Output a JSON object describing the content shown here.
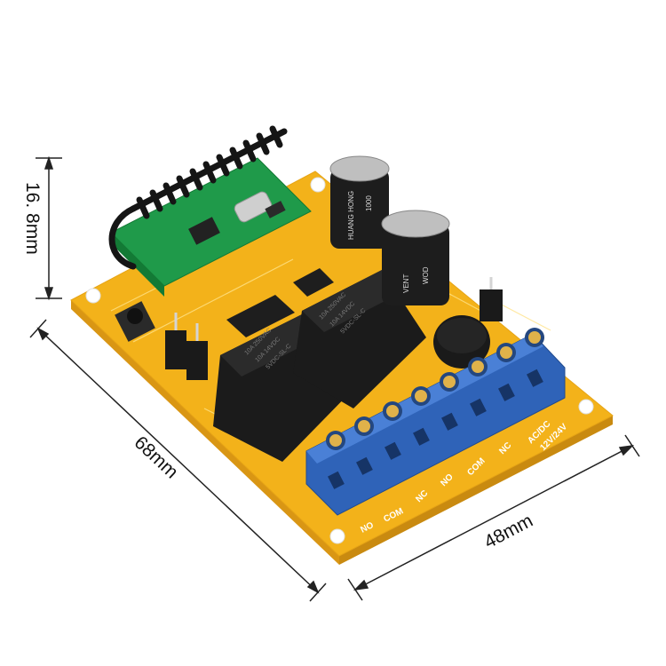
{
  "image": {
    "subject": "Wireless relay receiver PCB module",
    "colors": {
      "pcb": "#f3b21a",
      "pcb_edge": "#d99614",
      "terminal_blue": "#2f63b8",
      "relay_black": "#1b1b1b",
      "antenna_black": "#151515",
      "background": "#ffffff"
    }
  },
  "dimensions": {
    "height_label": "16. 8mm",
    "length_label": "68mm",
    "width_label": "48mm"
  },
  "terminal_labels": [
    "NO",
    "COM",
    "NC",
    "NO",
    "COM",
    "NC",
    "AC/DC",
    "12V/24V"
  ],
  "relay_markings": {
    "relay_1": [
      "10A 250VAC",
      "10A 14VDC",
      "5VDC-SL-C"
    ],
    "relay_2": [
      "10A 250VAC",
      "10A 14VDC",
      "5VDC-SL-C"
    ]
  },
  "capacitor_markings": {
    "cap_1": [
      "HUANG HONG",
      "1000"
    ],
    "cap_2": [
      "VENT",
      "WOD"
    ]
  }
}
